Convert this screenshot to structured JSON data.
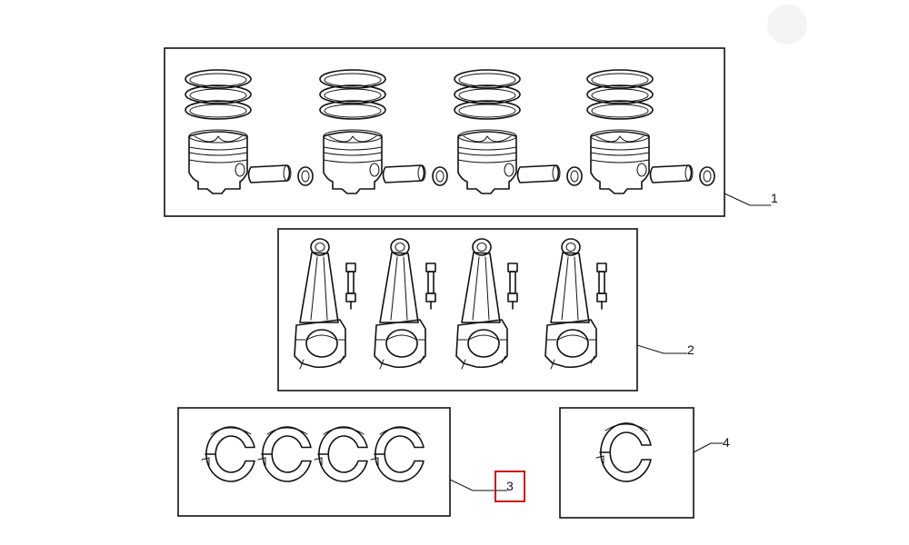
{
  "callouts": [
    {
      "id": "1",
      "label": "1"
    },
    {
      "id": "2",
      "label": "2"
    },
    {
      "id": "3",
      "label": "3",
      "highlighted": true,
      "highlight_color": "#d01010"
    },
    {
      "id": "4",
      "label": "4"
    }
  ],
  "groups": {
    "pistons": {
      "count": 4,
      "icon": "piston-assembly-icon"
    },
    "connecting_rods": {
      "count": 4,
      "icon": "connecting-rod-icon"
    },
    "bearing_shells": {
      "count": 4,
      "icon": "bearing-shell-icon"
    },
    "single_bearing": {
      "count": 1,
      "icon": "bearing-shell-icon"
    }
  },
  "colors": {
    "line": "#111111",
    "background": "#ffffff",
    "highlight": "#d01010"
  }
}
